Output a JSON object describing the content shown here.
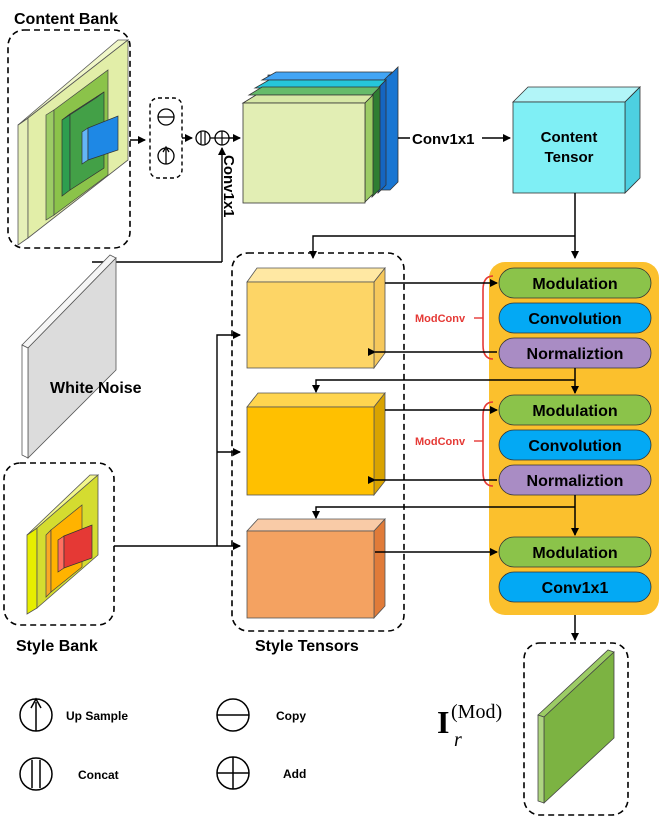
{
  "labels": {
    "content_bank": "Content Bank",
    "white_noise": "White Noise",
    "style_bank": "Style Bank",
    "style_tensors": "Style Tensors",
    "content_tensor_line1": "Content",
    "content_tensor_line2": "Tensor",
    "conv_top": "Conv1x1",
    "conv_vertical": "Conv1x1"
  },
  "block1": {
    "op1": "Modulation",
    "op2": "Convolution",
    "op3": "Normaliztion",
    "bracket": "ModConv"
  },
  "block2": {
    "op1": "Modulation",
    "op2": "Convolution",
    "op3": "Normaliztion",
    "bracket": "ModConv"
  },
  "block3": {
    "op1": "Modulation",
    "op2": "Conv1x1"
  },
  "output": {
    "symbol": "I",
    "subscript": "r",
    "superscript": "(Mod)"
  },
  "legend": {
    "up_sample": "Up Sample",
    "copy": "Copy",
    "concat": "Concat",
    "add": "Add"
  },
  "colors": {
    "orange_panel": "#FBC02D",
    "modulation": "#8BC34A",
    "convolution": "#03A9F4",
    "normalization": "#A98CC4",
    "content_tensor": "#7FEFF5",
    "modconv_red": "#E53935"
  }
}
